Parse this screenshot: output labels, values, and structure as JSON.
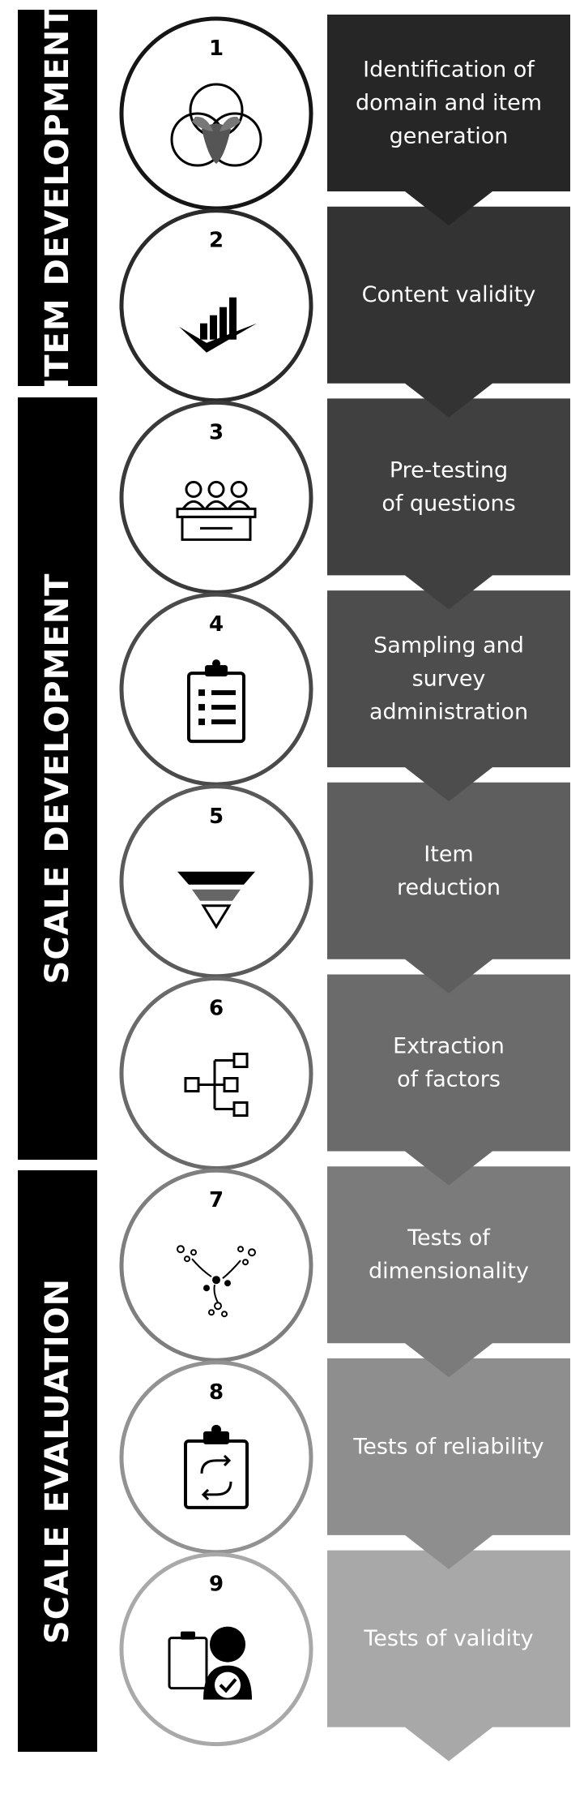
{
  "phases": [
    {
      "label": "ITEM DEVELOPMENT"
    },
    {
      "label": "SCALE DEVELOPMENT"
    },
    {
      "label": "SCALE EVALUATION"
    }
  ],
  "steps": [
    {
      "number": "1",
      "icon": "venn-diagram-icon",
      "lines": [
        "Identification of",
        "domain and item",
        "generation"
      ],
      "color": "#262626",
      "ring": "#151515"
    },
    {
      "number": "2",
      "icon": "checkmark-bar-chart-icon",
      "lines": [
        "Content validity"
      ],
      "color": "#333333",
      "ring": "#2a2a2a"
    },
    {
      "number": "3",
      "icon": "panel-people-icon",
      "lines": [
        "Pre-testing",
        "of questions"
      ],
      "color": "#404040",
      "ring": "#3a3a3a"
    },
    {
      "number": "4",
      "icon": "clipboard-checklist-icon",
      "lines": [
        "Sampling and",
        "survey",
        "administration"
      ],
      "color": "#4d4d4d",
      "ring": "#4a4a4a"
    },
    {
      "number": "5",
      "icon": "funnel-icon",
      "lines": [
        "Item",
        "reduction"
      ],
      "color": "#5e5e5e",
      "ring": "#5a5a5a"
    },
    {
      "number": "6",
      "icon": "hierarchy-tree-icon",
      "lines": [
        "Extraction",
        "of factors"
      ],
      "color": "#6b6b6b",
      "ring": "#6a6a6a"
    },
    {
      "number": "7",
      "icon": "converging-dots-icon",
      "lines": [
        "Tests of",
        "dimensionality"
      ],
      "color": "#7b7b7b",
      "ring": "#7e7e7e"
    },
    {
      "number": "8",
      "icon": "clipboard-refresh-icon",
      "lines": [
        "Tests of reliability"
      ],
      "color": "#8e8e8e",
      "ring": "#929292"
    },
    {
      "number": "9",
      "icon": "person-check-clipboard-icon",
      "lines": [
        "Tests of validity"
      ],
      "color": "#a8a8a8",
      "ring": "#a9a9a9"
    }
  ]
}
